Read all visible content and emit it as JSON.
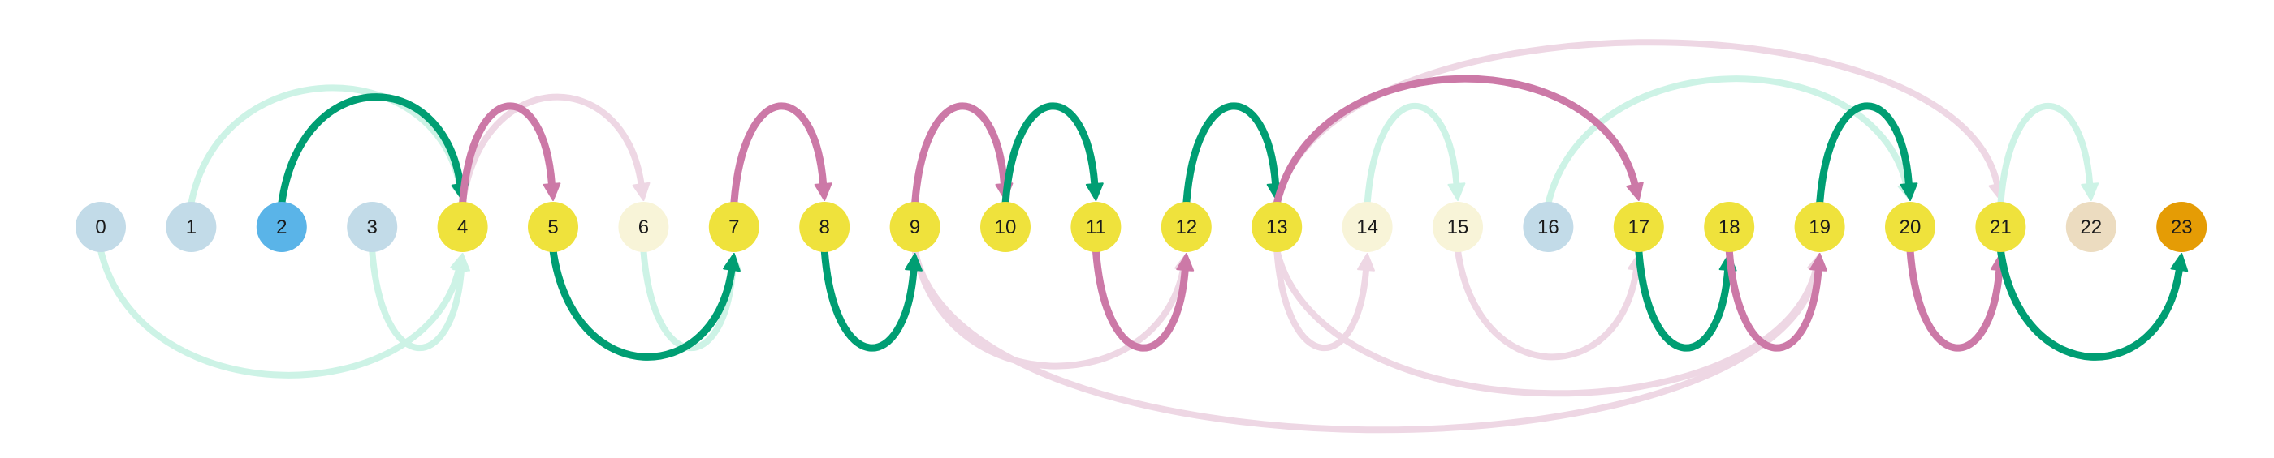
{
  "diagram": {
    "nodes": [
      {
        "id": 0,
        "label": "0",
        "color": "#c2dbe8"
      },
      {
        "id": 1,
        "label": "1",
        "color": "#c2dbe8"
      },
      {
        "id": 2,
        "label": "2",
        "color": "#5ab4e8"
      },
      {
        "id": 3,
        "label": "3",
        "color": "#c2dbe8"
      },
      {
        "id": 4,
        "label": "4",
        "color": "#efe23c"
      },
      {
        "id": 5,
        "label": "5",
        "color": "#efe23c"
      },
      {
        "id": 6,
        "label": "6",
        "color": "#f8f4d8"
      },
      {
        "id": 7,
        "label": "7",
        "color": "#efe23c"
      },
      {
        "id": 8,
        "label": "8",
        "color": "#efe23c"
      },
      {
        "id": 9,
        "label": "9",
        "color": "#efe23c"
      },
      {
        "id": 10,
        "label": "10",
        "color": "#efe23c"
      },
      {
        "id": 11,
        "label": "11",
        "color": "#efe23c"
      },
      {
        "id": 12,
        "label": "12",
        "color": "#efe23c"
      },
      {
        "id": 13,
        "label": "13",
        "color": "#efe23c"
      },
      {
        "id": 14,
        "label": "14",
        "color": "#f8f4d8"
      },
      {
        "id": 15,
        "label": "15",
        "color": "#f8f4d8"
      },
      {
        "id": 16,
        "label": "16",
        "color": "#c2dbe8"
      },
      {
        "id": 17,
        "label": "17",
        "color": "#efe23c"
      },
      {
        "id": 18,
        "label": "18",
        "color": "#efe23c"
      },
      {
        "id": 19,
        "label": "19",
        "color": "#efe23c"
      },
      {
        "id": 20,
        "label": "20",
        "color": "#efe23c"
      },
      {
        "id": 21,
        "label": "21",
        "color": "#efe23c"
      },
      {
        "id": 22,
        "label": "22",
        "color": "#ecdcc0"
      },
      {
        "id": 23,
        "label": "23",
        "color": "#e59c05"
      }
    ],
    "edge_styles": {
      "green": {
        "color": "#009e73"
      },
      "pink": {
        "color": "#cc79a7"
      },
      "light-green": {
        "color": "#cdf3e6"
      },
      "light-pink": {
        "color": "#eed7e4"
      }
    },
    "edges": [
      {
        "from": 1,
        "to": 4,
        "side": "top",
        "style": "light-green"
      },
      {
        "from": 2,
        "to": 4,
        "side": "top",
        "style": "green"
      },
      {
        "from": 4,
        "to": 5,
        "side": "top",
        "style": "pink"
      },
      {
        "from": 4,
        "to": 6,
        "side": "top",
        "style": "light-pink"
      },
      {
        "from": 7,
        "to": 8,
        "side": "top",
        "style": "pink"
      },
      {
        "from": 9,
        "to": 10,
        "side": "top",
        "style": "pink"
      },
      {
        "from": 10,
        "to": 11,
        "side": "top",
        "style": "green"
      },
      {
        "from": 12,
        "to": 13,
        "side": "top",
        "style": "green"
      },
      {
        "from": 13,
        "to": 17,
        "side": "top",
        "style": "pink"
      },
      {
        "from": 13,
        "to": 21,
        "side": "top",
        "style": "light-pink"
      },
      {
        "from": 14,
        "to": 15,
        "side": "top",
        "style": "light-green"
      },
      {
        "from": 16,
        "to": 20,
        "side": "top",
        "style": "light-green"
      },
      {
        "from": 19,
        "to": 20,
        "side": "top",
        "style": "green"
      },
      {
        "from": 21,
        "to": 22,
        "side": "top",
        "style": "light-green"
      },
      {
        "from": 0,
        "to": 4,
        "side": "bottom",
        "style": "light-green"
      },
      {
        "from": 3,
        "to": 4,
        "side": "bottom",
        "style": "light-green"
      },
      {
        "from": 5,
        "to": 7,
        "side": "bottom",
        "style": "green"
      },
      {
        "from": 6,
        "to": 7,
        "side": "bottom",
        "style": "light-green"
      },
      {
        "from": 8,
        "to": 9,
        "side": "bottom",
        "style": "green"
      },
      {
        "from": 9,
        "to": 12,
        "side": "bottom",
        "style": "light-pink"
      },
      {
        "from": 11,
        "to": 12,
        "side": "bottom",
        "style": "pink"
      },
      {
        "from": 9,
        "to": 19,
        "side": "bottom",
        "style": "light-pink"
      },
      {
        "from": 13,
        "to": 19,
        "side": "bottom",
        "style": "light-pink"
      },
      {
        "from": 13,
        "to": 14,
        "side": "bottom",
        "style": "light-pink"
      },
      {
        "from": 15,
        "to": 17,
        "side": "bottom",
        "style": "light-pink"
      },
      {
        "from": 17,
        "to": 18,
        "side": "bottom",
        "style": "green"
      },
      {
        "from": 18,
        "to": 19,
        "side": "bottom",
        "style": "pink"
      },
      {
        "from": 20,
        "to": 21,
        "side": "bottom",
        "style": "pink"
      },
      {
        "from": 21,
        "to": 23,
        "side": "bottom",
        "style": "green"
      }
    ]
  }
}
